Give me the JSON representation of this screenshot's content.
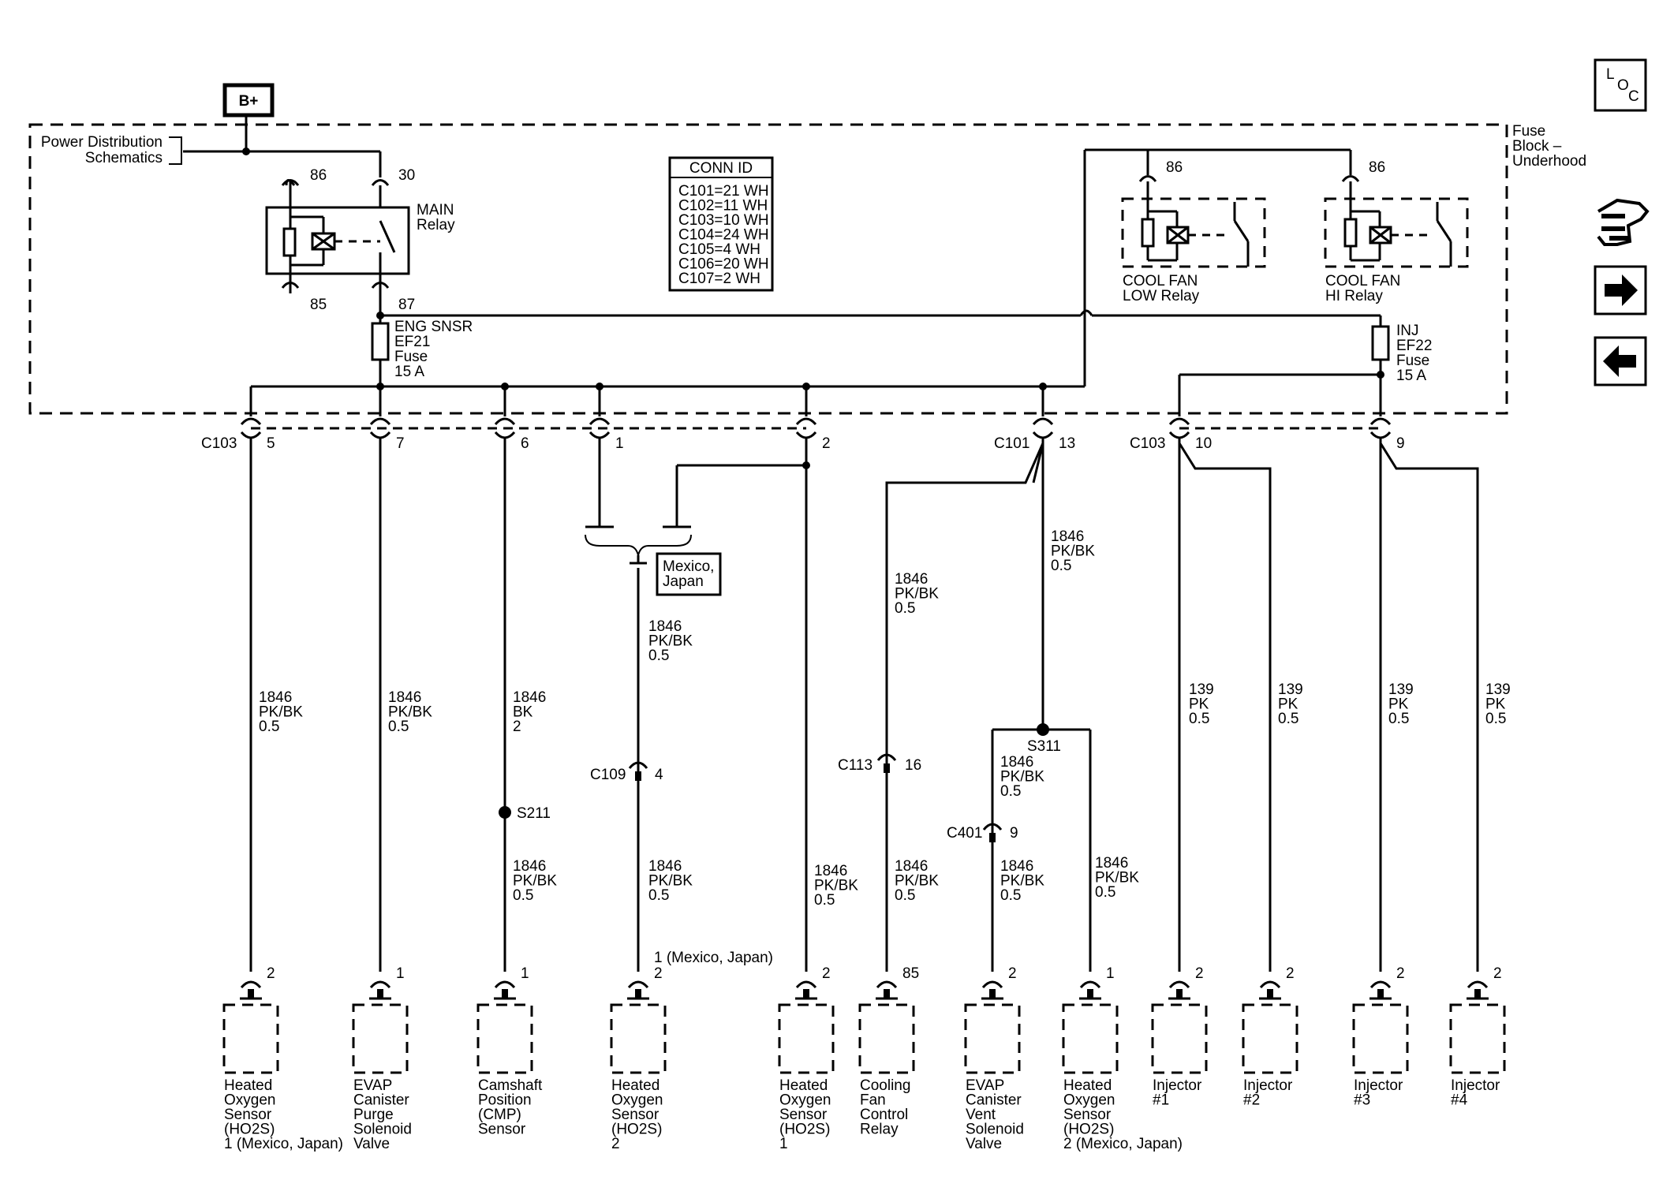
{
  "power": {
    "battery": "B+",
    "pds_line1": "Power Distribution",
    "pds_line2": "Schematics",
    "fuse_block": [
      "Fuse",
      "Block –",
      "Underhood"
    ]
  },
  "main_relay": {
    "name": [
      "MAIN",
      "Relay"
    ],
    "pins": [
      "86",
      "30",
      "85",
      "87"
    ]
  },
  "cool_fan_low": {
    "name": [
      "COOL FAN",
      "LOW Relay"
    ],
    "pin": "86"
  },
  "cool_fan_hi": {
    "name": [
      "COOL FAN",
      "HI Relay"
    ],
    "pin": "86"
  },
  "fuse_ef21": [
    "ENG SNSR",
    "EF21",
    "Fuse",
    "15 A"
  ],
  "fuse_ef22": [
    "INJ",
    "EF22",
    "Fuse",
    "15 A"
  ],
  "conn_id": {
    "title": "CONN ID",
    "rows": [
      "C101=21 WH",
      "C102=11 WH",
      "C103=10 WH",
      "C104=24 WH",
      "C105=4 WH",
      "C106=20 WH",
      "C107=2 WH"
    ]
  },
  "connectors": {
    "c103_left": "C103",
    "c101": "C101",
    "c103_right": "C103",
    "c109": "C109",
    "c113": "C113",
    "c401": "C401",
    "pins_top": [
      "5",
      "7",
      "6",
      "1",
      "2",
      "13",
      "10",
      "9"
    ],
    "c109_pin": "4",
    "c113_pin": "16",
    "c401_pin": "9"
  },
  "splices": {
    "s211": "S211",
    "s311": "S311"
  },
  "option_box": [
    "Mexico,",
    "Japan"
  ],
  "wire_labels": {
    "w1": [
      "1846",
      "PK/BK",
      "0.5"
    ],
    "w2": [
      "1846",
      "PK/BK",
      "0.5"
    ],
    "w3a": [
      "1846",
      "BK",
      "2"
    ],
    "w3b": [
      "1846",
      "PK/BK",
      "0.5"
    ],
    "w4a": [
      "1846",
      "PK/BK",
      "0.5"
    ],
    "w4b": [
      "1846",
      "PK/BK",
      "0.5"
    ],
    "w5": [
      "1846",
      "PK/BK",
      "0.5"
    ],
    "w6a": [
      "1846",
      "PK/BK",
      "0.5"
    ],
    "w6b": [
      "1846",
      "PK/BK",
      "0.5"
    ],
    "w7top": [
      "1846",
      "PK/BK",
      "0.5"
    ],
    "w7a": [
      "1846",
      "PK/BK",
      "0.5"
    ],
    "w7b": [
      "1846",
      "PK/BK",
      "0.5"
    ],
    "w8": [
      "1846",
      "PK/BK",
      "0.5"
    ],
    "inj1": [
      "139",
      "PK",
      "0.5"
    ],
    "inj2": [
      "139",
      "PK",
      "0.5"
    ],
    "inj3": [
      "139",
      "PK",
      "0.5"
    ],
    "inj4": [
      "139",
      "PK",
      "0.5"
    ]
  },
  "components": [
    {
      "pin": "2",
      "name": [
        "Heated",
        "Oxygen",
        "Sensor",
        "(HO2S)",
        "1 (Mexico, Japan)"
      ]
    },
    {
      "pin": "1",
      "name": [
        "EVAP",
        "Canister",
        "Purge",
        "Solenoid",
        "Valve"
      ]
    },
    {
      "pin": "1",
      "name": [
        "Camshaft",
        "Position",
        "(CMP)",
        "Sensor"
      ]
    },
    {
      "pin": "2",
      "pin_alt": "1 (Mexico, Japan)",
      "name": [
        "Heated",
        "Oxygen",
        "Sensor",
        "(HO2S)",
        "2"
      ]
    },
    {
      "pin": "2",
      "name": [
        "Heated",
        "Oxygen",
        "Sensor",
        "(HO2S)",
        "1"
      ]
    },
    {
      "pin": "85",
      "name": [
        "Cooling",
        "Fan",
        "Control",
        "Relay"
      ]
    },
    {
      "pin": "2",
      "name": [
        "EVAP",
        "Canister",
        "Vent",
        "Solenoid",
        "Valve"
      ]
    },
    {
      "pin": "1",
      "name": [
        "Heated",
        "Oxygen",
        "Sensor",
        "(HO2S)",
        "2 (Mexico, Japan)"
      ]
    },
    {
      "pin": "2",
      "name": [
        "Injector",
        "#1"
      ]
    },
    {
      "pin": "2",
      "name": [
        "Injector",
        "#2"
      ]
    },
    {
      "pin": "2",
      "name": [
        "Injector",
        "#3"
      ]
    },
    {
      "pin": "2",
      "name": [
        "Injector",
        "#4"
      ]
    }
  ],
  "nav": {
    "loc": [
      "L",
      "O",
      "C"
    ]
  }
}
